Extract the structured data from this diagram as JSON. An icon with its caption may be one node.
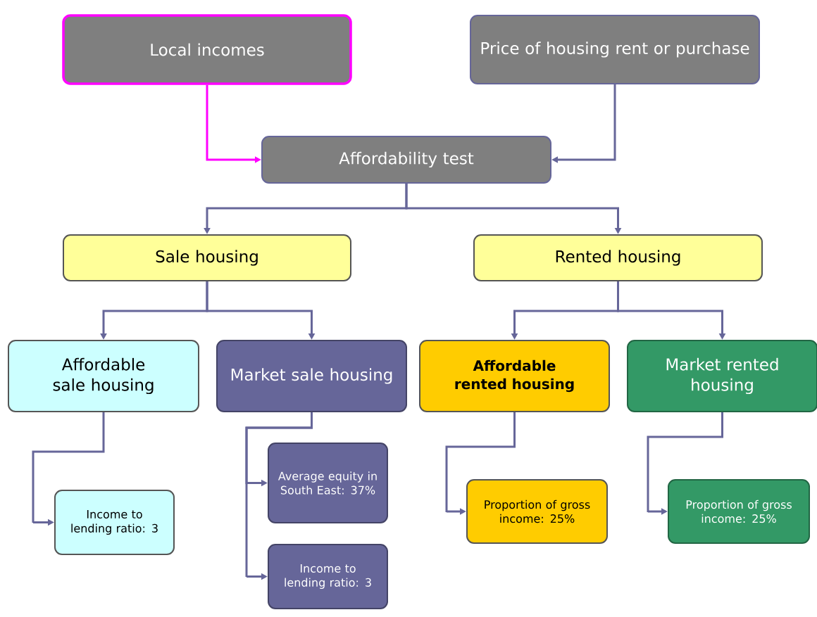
{
  "diagram": {
    "nodes": [
      {
        "text": [
          "Local incomes"
        ]
      },
      {
        "text": [
          "Price of housing rent or purchase"
        ]
      },
      {
        "text": [
          "Affordability test"
        ]
      },
      {
        "text": [
          "Sale housing"
        ]
      },
      {
        "text": [
          "Rented housing"
        ]
      },
      {
        "text": [
          "Affordable sale housing"
        ]
      },
      {
        "text": [
          "Market sale housing"
        ]
      },
      {
        "text": [
          "Affordable rented housing"
        ]
      },
      {
        "text": [
          "Market rented housing"
        ]
      },
      {
        "text": [
          "Income to lending ratio: 3"
        ]
      },
      {
        "text": [
          "Average equity in South East: 37%"
        ]
      },
      {
        "text": [
          "Income to lending ratio: 3"
        ]
      },
      {
        "text": [
          "Proportion of gross income: 25%"
        ]
      },
      {
        "text": [
          "Proportion of gross income: 25%"
        ]
      }
    ],
    "edges": [
      {
        "from": 0,
        "to": 2,
        "arrow": "to",
        "color": "#ff00ff"
      },
      {
        "from": 1,
        "to": 2,
        "arrow": "to"
      },
      {
        "from": 2,
        "to": 3,
        "arrow": "to"
      },
      {
        "from": 2,
        "to": 4,
        "arrow": "to"
      },
      {
        "from": 3,
        "to": 5,
        "arrow": "to"
      },
      {
        "from": 3,
        "to": 6,
        "arrow": "to"
      },
      {
        "from": 4,
        "to": 7,
        "arrow": "to"
      },
      {
        "from": 4,
        "to": 8,
        "arrow": "to"
      },
      {
        "from": 5,
        "to": 9,
        "arrow": "to"
      },
      {
        "from": 6,
        "to": 10,
        "arrow": "to"
      },
      {
        "from": 6,
        "to": 11,
        "arrow": "to"
      },
      {
        "from": 7,
        "to": 12,
        "arrow": "to"
      },
      {
        "from": 8,
        "to": 13,
        "arrow": "to"
      }
    ]
  }
}
